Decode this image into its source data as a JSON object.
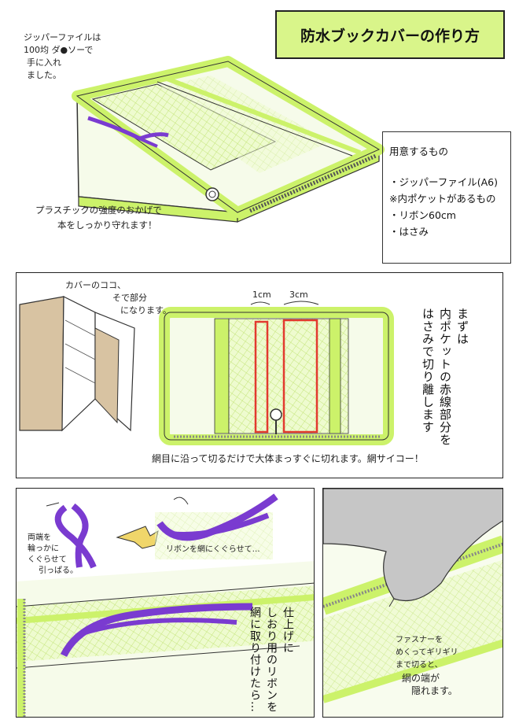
{
  "title": "防水ブックカバーの作り方",
  "intro_note": [
    "ジッパーファイルは",
    "100均 ダ●ソーで",
    "手に入れ",
    "ました。"
  ],
  "plastic_note": [
    "プラスチックの強度のおかげで",
    "本をしっかり守れます！"
  ],
  "supplies": {
    "heading": "用意するもの",
    "items": [
      "・ジッパーファイル(A6)",
      "※内ポケットがあるもの",
      "・リボン60cm",
      "・はさみ"
    ]
  },
  "panel1": {
    "cover_note": [
      "カバーのココ、",
      "そで部分",
      "になります。"
    ],
    "dim_left": "1cm",
    "dim_right": "3cm",
    "vertical_text": [
      "まずは",
      "内ポケットの赤線部分を",
      "はさみで切り離します"
    ],
    "caption": "網目に沿って切るだけで大体まっすぐに切れます。網サイコー！"
  },
  "panel2": {
    "ribbon_note": "リボンを網にくぐらせて…",
    "ends_note": [
      "両端を",
      "輪っかに",
      "くぐらせて",
      "引っぱる。"
    ],
    "vertical_text": [
      "仕上げに",
      "しおり用のリボンを",
      "網に取り付けたら…"
    ]
  },
  "panel3": {
    "note": [
      "ファスナーを",
      "めくってギリギリ",
      "まで切ると、",
      "網の端が",
      "隠れます。"
    ]
  },
  "colors": {
    "lime": "#ccf26a",
    "lime_light": "#e6f8b8",
    "purple": "#7a3bd0",
    "red": "#e23a2f"
  }
}
